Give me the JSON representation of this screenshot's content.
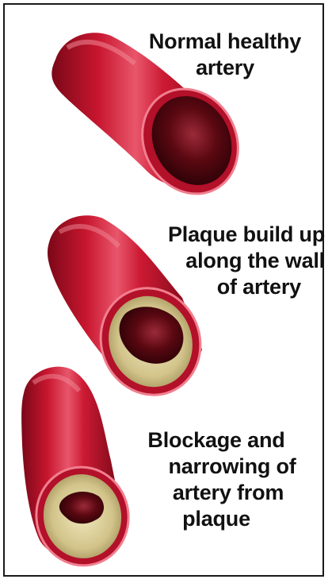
{
  "colors": {
    "artery_outer": "#c41530",
    "artery_dark": "#6b0614",
    "artery_highlight": "#ec6c7e",
    "lumen": "#3a0409",
    "plaque": "#d9d0a0",
    "text": "#111111",
    "border": "#1a1a1a"
  },
  "panels": [
    {
      "label_lines": [
        "Normal healthy",
        "artery"
      ]
    },
    {
      "label_lines": [
        "Plaque build up",
        "along the wall",
        "of artery"
      ]
    },
    {
      "label_lines": [
        "Blockage and",
        "narrowing of",
        "artery from",
        "plaque"
      ]
    }
  ]
}
